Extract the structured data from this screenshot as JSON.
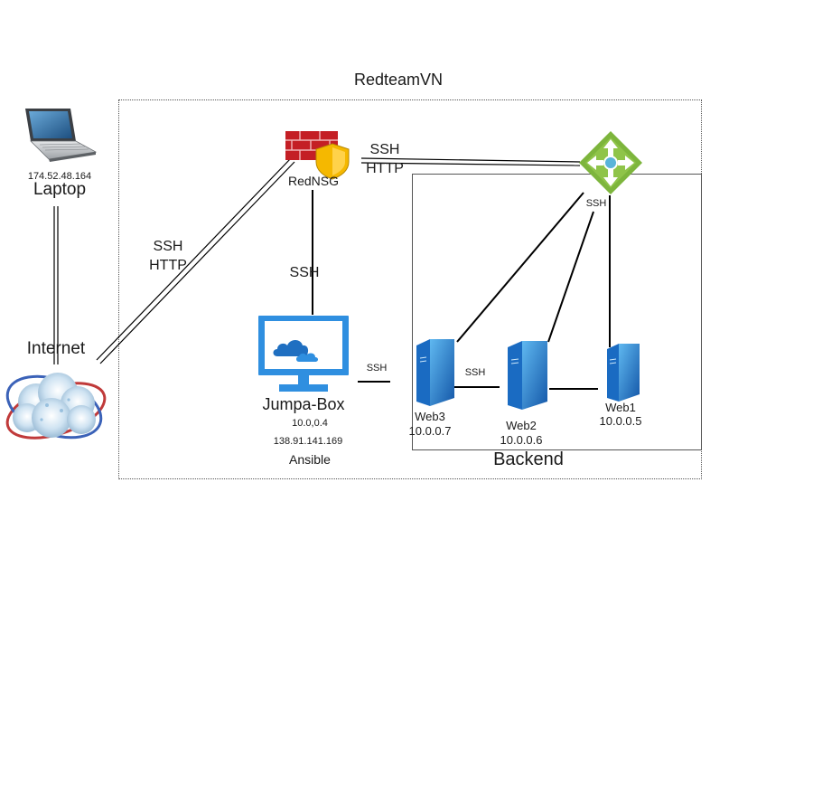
{
  "groups": {
    "redteam": {
      "title": "RedteamVN"
    },
    "backend": {
      "title": "Backend"
    }
  },
  "nodes": {
    "laptop": {
      "ip": "174.52.48.164",
      "label": "Laptop",
      "icon": "laptop-icon"
    },
    "internet": {
      "label": "Internet",
      "icon": "cloud-globe-icon"
    },
    "firewall": {
      "label": "RedNSG",
      "icon": "firewall-shield-icon"
    },
    "load_balancer": {
      "icon": "load-balancer-icon"
    },
    "jumpbox": {
      "label": "Jumpa-Box",
      "private_ip": "10.0,0.4",
      "public_ip": "138.91.141.169",
      "role": "Ansible",
      "icon": "virtual-machine-icon"
    },
    "web3": {
      "label": "Web3",
      "ip": "10.0.0.7",
      "icon": "server-icon"
    },
    "web2": {
      "label": "Web2",
      "ip": "10.0.0.6",
      "icon": "server-icon"
    },
    "web1": {
      "label": "Web1",
      "ip": "10.0.0.5",
      "icon": "server-icon"
    }
  },
  "edges": {
    "internet_firewall": {
      "line1": "SSH",
      "line2": "HTTP"
    },
    "firewall_lb": {
      "line1": "SSH",
      "line2": "HTTP"
    },
    "firewall_jumpbox": {
      "label": "SSH"
    },
    "jumpbox_backend": {
      "label": "SSH"
    },
    "lb_servers": {
      "label": "SSH"
    },
    "web3_web2": {
      "label": "SSH"
    }
  },
  "colors": {
    "line": "#000000",
    "group_border": "#555555",
    "vm_blue": "#2f8fe0",
    "server_blue": "#1f86d6",
    "lb_green": "#7db53c",
    "firewall_red": "#d32a2a",
    "shield_yellow": "#f5b800"
  }
}
